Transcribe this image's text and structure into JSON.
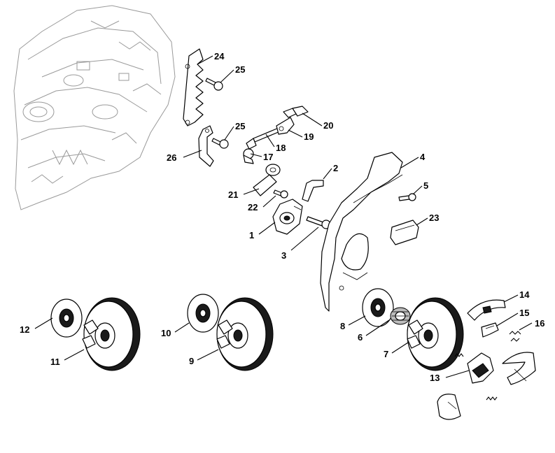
{
  "labels": {
    "p1": "1",
    "p2": "2",
    "p3": "3",
    "p4": "4",
    "p5": "5",
    "p6": "6",
    "p7": "7",
    "p8": "8",
    "p9": "9",
    "p10": "10",
    "p11": "11",
    "p12": "12",
    "p13": "13",
    "p14": "14",
    "p15": "15",
    "p16": "16",
    "p17": "17",
    "p18": "18",
    "p19": "19",
    "p20": "20",
    "p21": "21",
    "p22": "22",
    "p23": "23",
    "p24": "24",
    "p25a": "25",
    "p25b": "25",
    "p26": "26"
  },
  "colors": {
    "ink": "#000000",
    "ghost": "#9a9a9a",
    "background": "#ffffff"
  }
}
